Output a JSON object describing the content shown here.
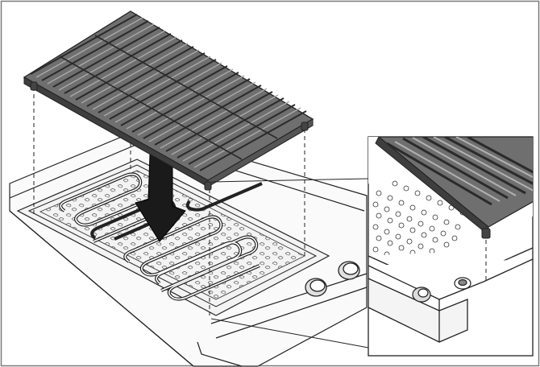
{
  "figure": {
    "kind": "installation-illustration",
    "parts": [
      "grill-grate",
      "heating-element",
      "lava-stone-tray",
      "control-knob",
      "support-foot",
      "detail-inset"
    ],
    "colors": {
      "line": "#222222",
      "grate_fill": "#6f6f6f",
      "grate_dark": "#3e3e3e",
      "grate_light": "#a9a9a9",
      "tray_fill": "#f2f2f2",
      "arrow": "#1a1a1a",
      "frame": "#7a7a7a"
    }
  }
}
